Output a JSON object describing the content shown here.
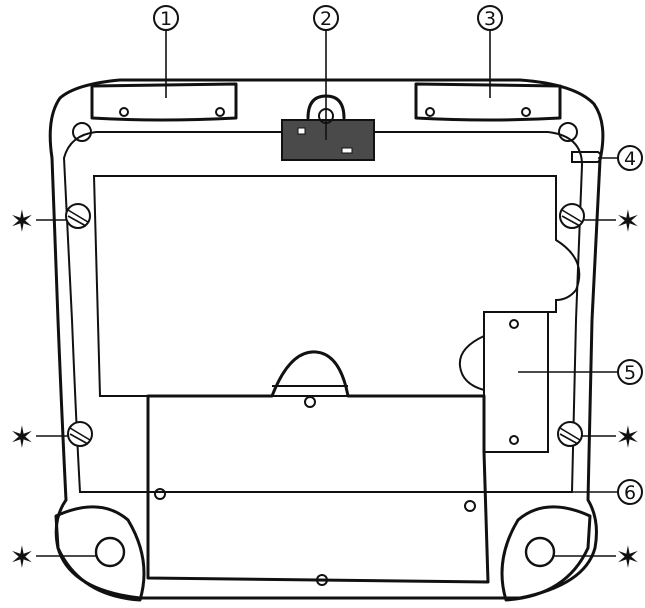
{
  "callouts": [
    {
      "id": "c1",
      "label": "1"
    },
    {
      "id": "c2",
      "label": "2"
    },
    {
      "id": "c3",
      "label": "3"
    },
    {
      "id": "c4",
      "label": "4"
    },
    {
      "id": "c5",
      "label": "5"
    },
    {
      "id": "c6",
      "label": "6"
    }
  ],
  "screw_marker": "✶"
}
